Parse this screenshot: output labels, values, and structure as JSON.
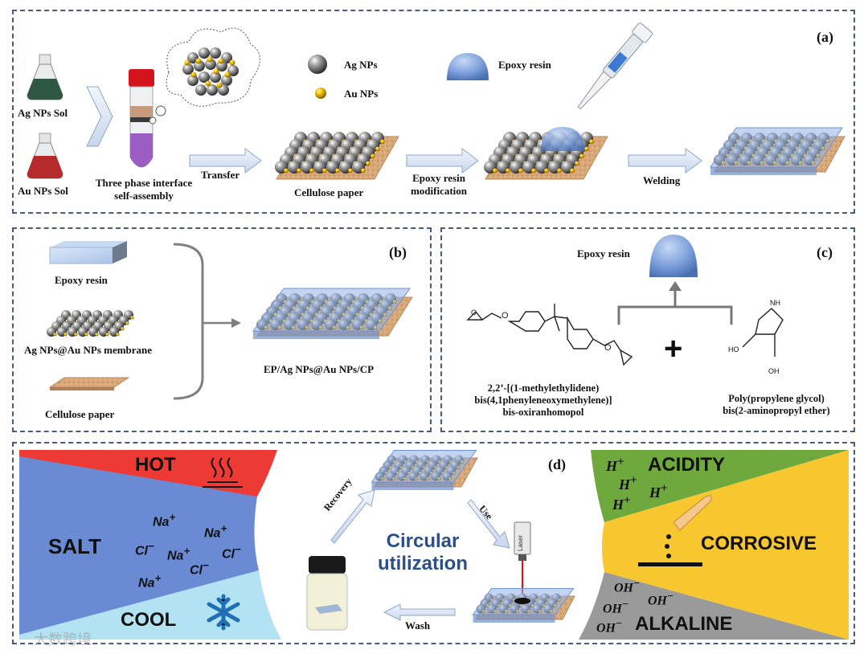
{
  "panel_a": {
    "label": "(a)",
    "ag_sol": "Ag NPs Sol",
    "au_sol": "Au NPs Sol",
    "tube_caption_1": "Three phase interface",
    "tube_caption_2": "self-assembly",
    "legend_ag": "Ag NPs",
    "legend_au": "Au NPs",
    "legend_epoxy": "Epoxy resin",
    "arrow_transfer": "Transfer",
    "paper_caption": "Cellulose paper",
    "arrow_epoxy_1": "Epoxy resin",
    "arrow_epoxy_2": "modification",
    "arrow_welding": "Welding"
  },
  "panel_b": {
    "label": "(b)",
    "epoxy": "Epoxy resin",
    "membrane": "Ag NPs@Au NPs membrane",
    "paper": "Cellulose paper",
    "result": "EP/Ag NPs@Au NPs/CP"
  },
  "panel_c": {
    "label": "(c)",
    "epoxy": "Epoxy resin",
    "mol1_line1": "2,2’-[(1-methylethylidene)",
    "mol1_line2": "bis(4,1phenyleneoxymethylene)]",
    "mol1_line3": "bis-oxiranhomopol",
    "plus": "+",
    "mol2_line1": "Poly(propylene glycol)",
    "mol2_line2": "bis(2-aminopropyl ether)",
    "atom_nh": "NH",
    "atom_ho": "HO",
    "atom_oh": "OH"
  },
  "panel_d": {
    "label": "(d)",
    "hot": "HOT",
    "salt": "SALT",
    "cool": "COOL",
    "na": "Na",
    "cl": "Cl",
    "acidity": "ACIDITY",
    "corrosive": "CORROSIVE",
    "alkaline": "ALKALINE",
    "h": "H",
    "oh": "OH",
    "plus_sup": "+",
    "minus_sup": "−",
    "circular_1": "Circular",
    "circular_2": "utilization",
    "recovery": "Recovery",
    "use": "Use",
    "wash": "Wash",
    "laser": "Laser"
  },
  "watermark": "大数跨境",
  "colors": {
    "hot": "#ee3a34",
    "salt": "#6a8bd4",
    "cool": "#b3e3f3",
    "acidity": "#6fa83d",
    "corrosive": "#f8c62e",
    "alkaline": "#9a9a9a",
    "frame": "#4a5b7a",
    "circular": "#2b4f86"
  }
}
